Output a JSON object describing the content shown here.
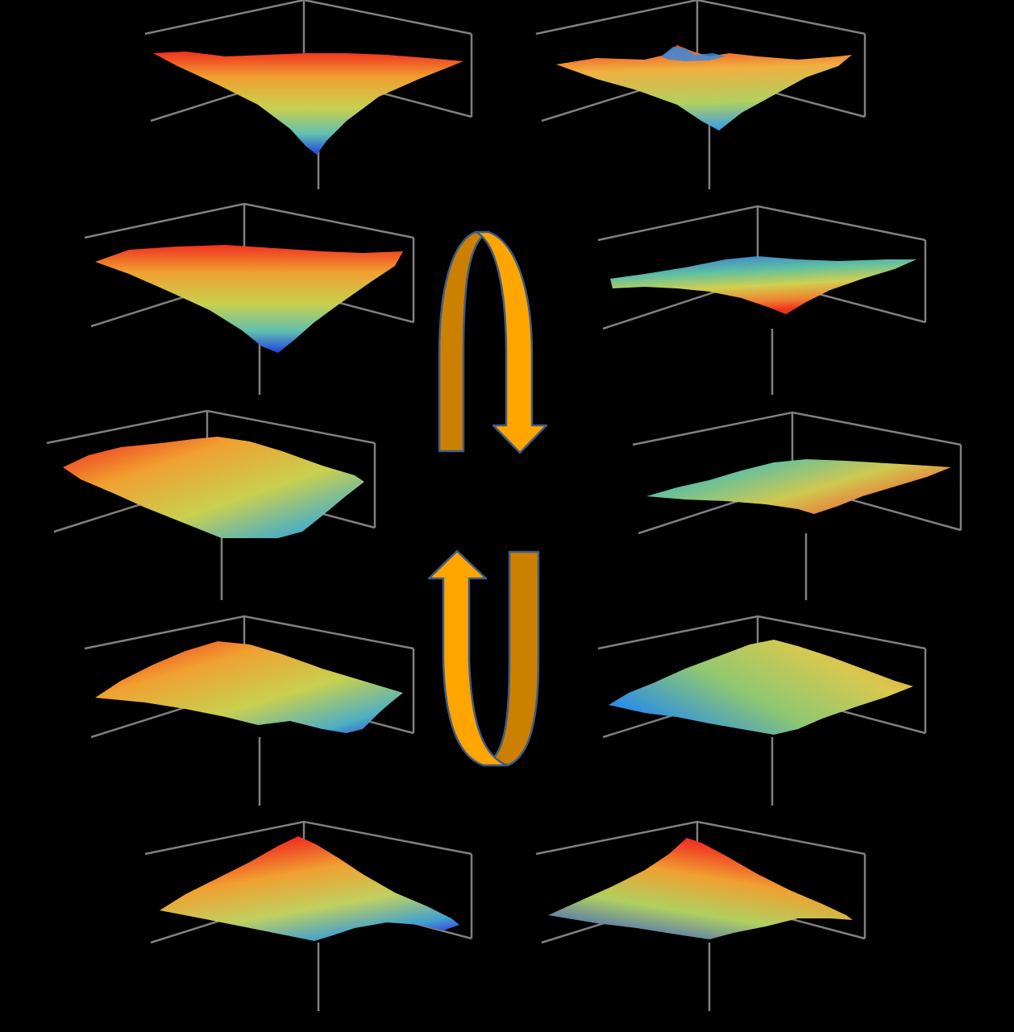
{
  "figure": {
    "background": "#000000",
    "box_color": "#808080",
    "colormap": [
      "#2040e0",
      "#30a0e0",
      "#60c8a0",
      "#b8d860",
      "#f0d040",
      "#f0a030",
      "#f04020"
    ],
    "rotation_arrow_color": "#ffa500",
    "rotation_arrow_shade": "#cc8000",
    "rotation_arrow_outline": "#3f5a8a",
    "panels": [
      {
        "id": "L1",
        "shape": "valley",
        "tilt": "front",
        "low_corner": "bottom"
      },
      {
        "id": "R1",
        "shape": "valley",
        "tilt": "front",
        "low_corner": "bottom"
      },
      {
        "id": "L2",
        "shape": "valley",
        "tilt": "front",
        "low_corner": "bottom"
      },
      {
        "id": "R2",
        "shape": "ridge",
        "tilt": "flat",
        "low_corner": "back"
      },
      {
        "id": "L3",
        "shape": "plane",
        "tilt": "left-high",
        "low_corner": "bottom-right"
      },
      {
        "id": "R3",
        "shape": "plane",
        "tilt": "flat",
        "low_corner": "left"
      },
      {
        "id": "L4",
        "shape": "plane",
        "tilt": "back-high",
        "low_corner": "bottom-right"
      },
      {
        "id": "R4",
        "shape": "plane",
        "tilt": "back-high",
        "low_corner": "left"
      },
      {
        "id": "L5",
        "shape": "peak",
        "tilt": "back-high",
        "low_corner": "right"
      },
      {
        "id": "R5",
        "shape": "peak",
        "tilt": "back-high",
        "low_corner": "left"
      }
    ],
    "rotation_arrows": [
      "clockwise-down",
      "counterclockwise-up"
    ]
  }
}
